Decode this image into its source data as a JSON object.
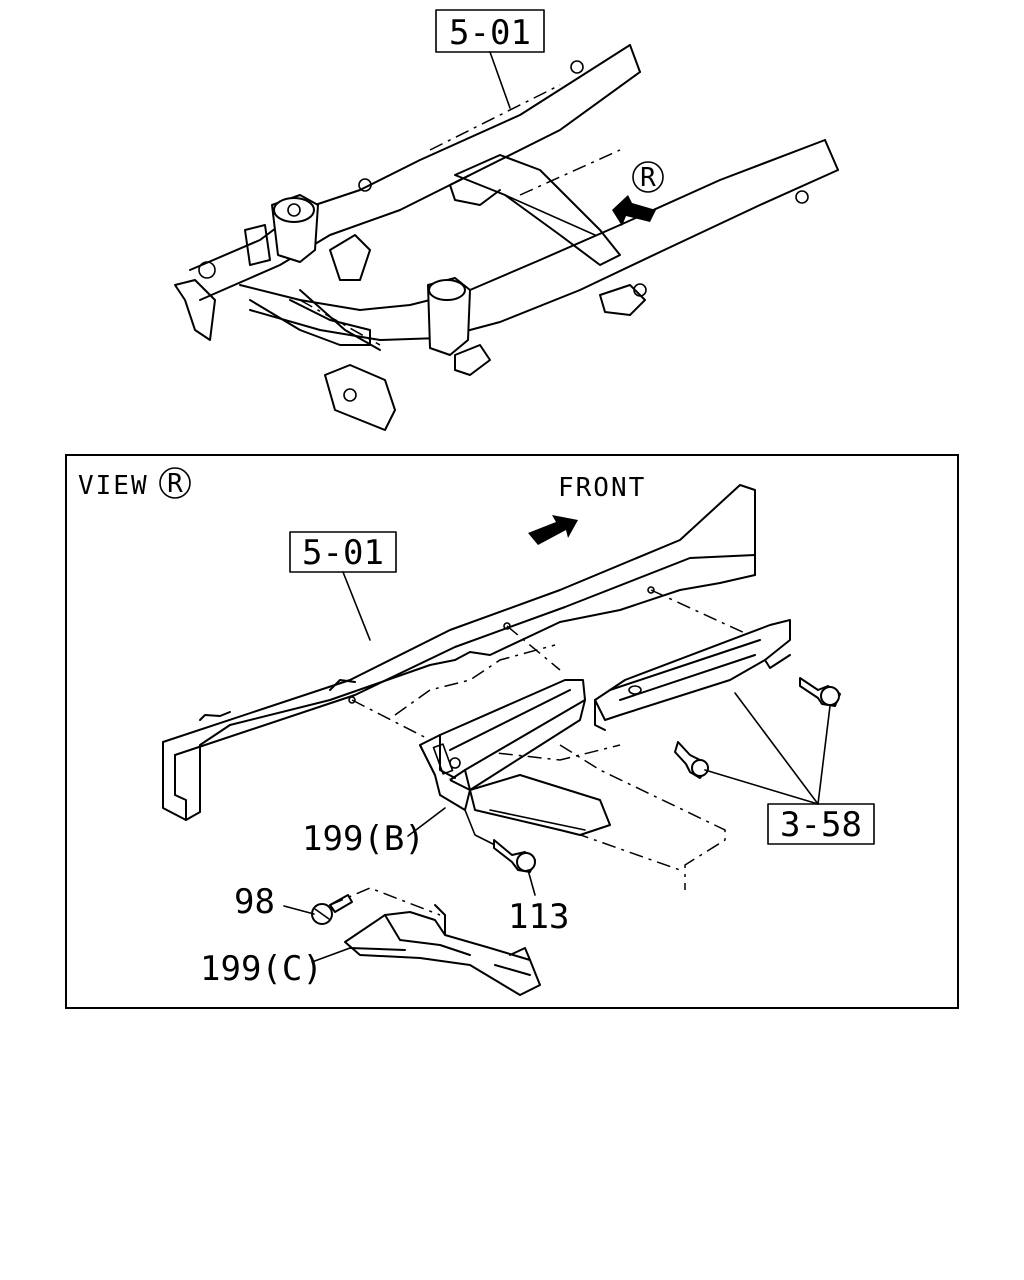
{
  "overview": {
    "frame_ref": "5-01",
    "view_marker": "R"
  },
  "detail_view": {
    "title_prefix": "VIEW",
    "title_marker": "R",
    "direction_label": "FRONT",
    "frame_ref": "5-01",
    "callouts": {
      "bracket_b": "199(B)",
      "bolt_113": "113",
      "bolt_98": "98",
      "bracket_c": "199(C)",
      "ref_358": "3-58"
    }
  }
}
